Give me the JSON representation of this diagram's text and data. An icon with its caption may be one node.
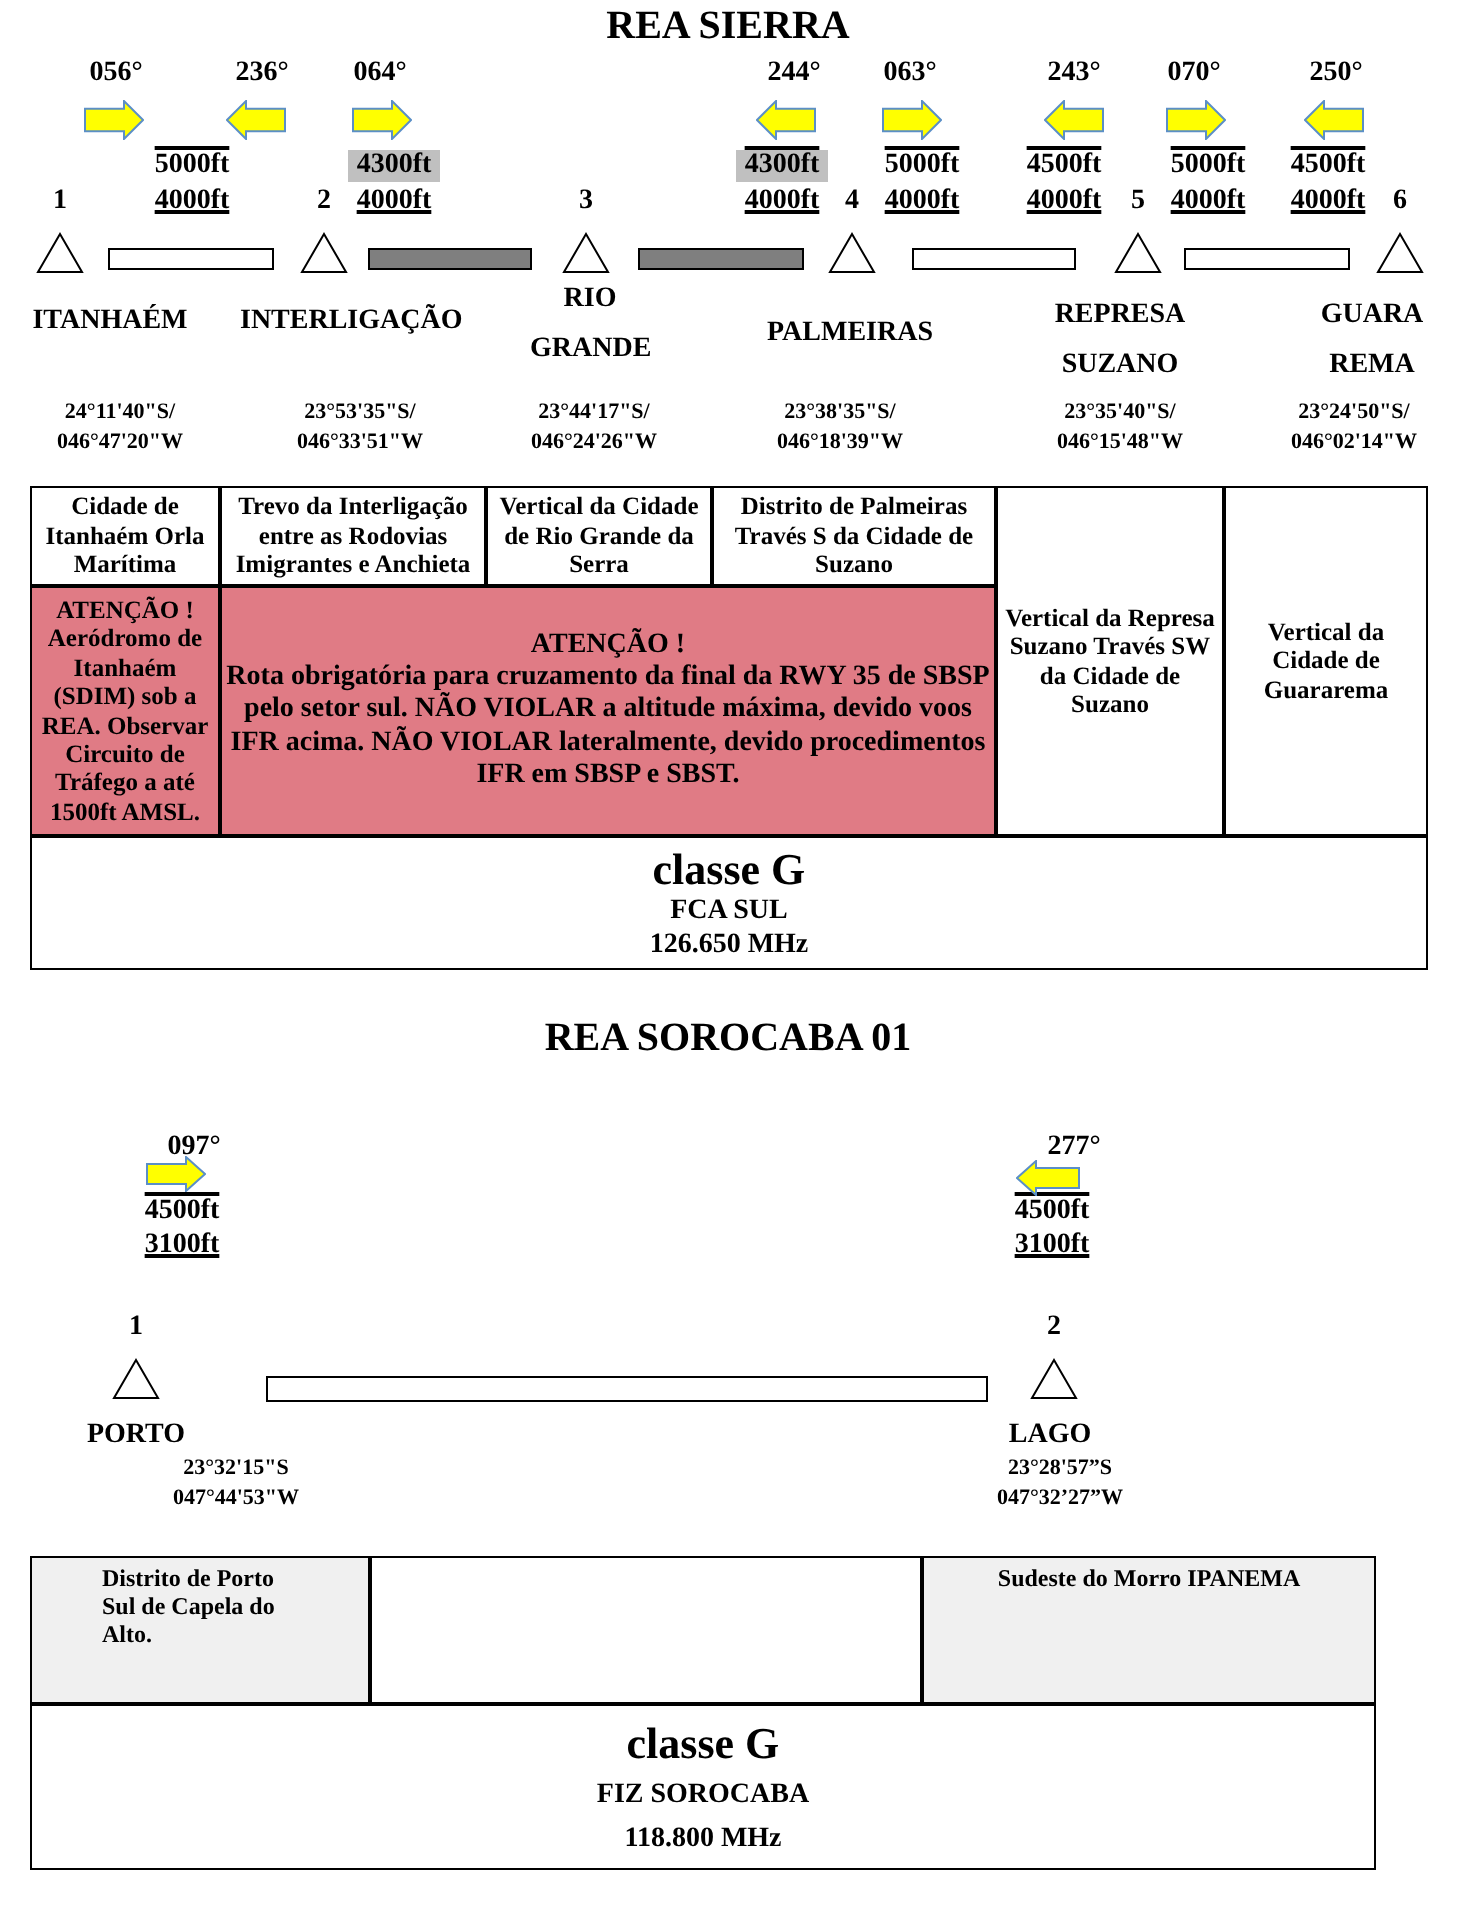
{
  "diagram": {
    "nodes": [
      {
        "text": [],
        "shape": "triangle",
        "beside": [
          "1",
          "ITANHAÉM",
          "24°11'40\"S/ 046°47'20\"W"
        ]
      },
      {
        "text": [],
        "shape": "bar"
      },
      {
        "text": [],
        "shape": "triangle",
        "beside": [
          "2",
          "INTERLIGAÇÃO",
          "23°53'35\"S/ 046°33'51\"W"
        ]
      },
      {
        "text": [],
        "shape": "bar"
      },
      {
        "text": [],
        "shape": "triangle",
        "beside": [
          "3",
          "RIO GRANDE",
          "23°44'17\"S/ 046°24'26\"W"
        ]
      },
      {
        "text": [],
        "shape": "bar"
      },
      {
        "text": [],
        "shape": "triangle",
        "beside": [
          "4",
          "PALMEIRAS",
          "23°38'35\"S/ 046°18'39\"W"
        ]
      },
      {
        "text": [],
        "shape": "bar"
      },
      {
        "text": [],
        "shape": "triangle",
        "beside": [
          "5",
          "REPRESA SUZANO",
          "23°35'40\"S/ 046°15'48\"W"
        ]
      },
      {
        "text": [],
        "shape": "bar"
      },
      {
        "text": [],
        "shape": "triangle",
        "beside": [
          "6",
          "GUARA REMA",
          "23°24'50\"S/ 046°02'14\"W"
        ]
      },
      {
        "text": [],
        "shape": "triangle",
        "beside": [
          "1",
          "PORTO",
          "23°32'15\"S 047°44'53\"W"
        ]
      },
      {
        "text": [],
        "shape": "bar"
      },
      {
        "text": [],
        "shape": "triangle",
        "beside": [
          "2",
          "LAGO",
          "23°28'57”S 047°32’27”W"
        ]
      }
    ],
    "labels": [
      "REA SIERRA",
      "056°",
      "236°",
      "064°",
      "244°",
      "063°",
      "243°",
      "070°",
      "250°",
      "5000ft",
      "4000ft",
      "4300ft",
      "4000ft",
      "4300ft",
      "4000ft",
      "5000ft",
      "4000ft",
      "4500ft",
      "4000ft",
      "5000ft",
      "4000ft",
      "4500ft",
      "4000ft",
      "Cidade de Itanhaém Orla Marítima",
      "Trevo da Interligação entre as Rodovias Imigrantes e Anchieta",
      "Vertical da Cidade de Rio Grande da Serra",
      "Distrito de Palmeiras Través S da Cidade de Suzano",
      "Vertical da Represa Suzano Través SW da Cidade de Suzano",
      "Vertical da Cidade de Guararema",
      "ATENÇÃO ! Aeródromo de Itanhaém (SDIM) sob a REA. Observar Circuito de Tráfego a até 1500ft AMSL.",
      "ATENÇÃO !",
      "Rota obrigatória para cruzamento da final da RWY 35 de SBSP pelo setor sul. NÃO VIOLAR a altitude máxima, devido voos IFR acima. NÃO VIOLAR lateralmente, devido procedimentos IFR em SBSP e SBST.",
      "classe G",
      "FCA SUL",
      "126.650 MHz",
      "REA SOROCABA 01",
      "097°",
      "4500ft",
      "3100ft",
      "277°",
      "4500ft",
      "3100ft",
      "Distrito de Porto Sul de Capela do Alto.",
      "Sudeste do Morro IPANEMA",
      "classe G",
      "FIZ SOROCABA",
      "118.800  MHz"
    ]
  }
}
